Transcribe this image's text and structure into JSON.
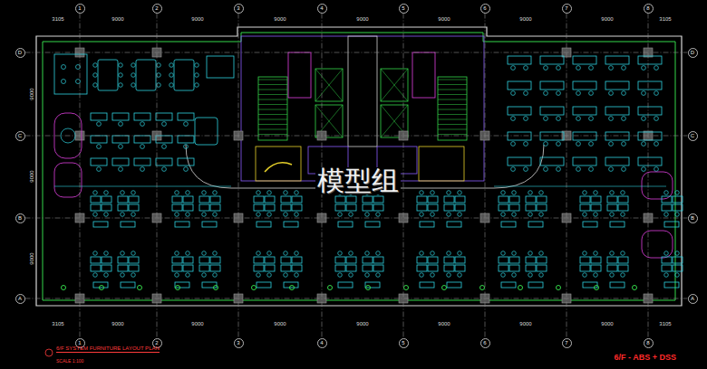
{
  "diagram": {
    "title": "6/F SYSTEM FURNITURE LAYOUT PLAN",
    "nodes": [
      {
        "text": [
          "1"
        ]
      },
      {
        "text": [
          "2"
        ]
      },
      {
        "text": [
          "3"
        ]
      },
      {
        "text": [
          "4"
        ]
      },
      {
        "text": [
          "5"
        ]
      },
      {
        "text": [
          "6"
        ]
      },
      {
        "text": [
          "7"
        ]
      },
      {
        "text": [
          "8"
        ]
      },
      {
        "text": [
          "D"
        ]
      },
      {
        "text": [
          "D"
        ]
      },
      {
        "text": [
          "C"
        ]
      },
      {
        "text": [
          "C"
        ]
      },
      {
        "text": [
          "B"
        ]
      },
      {
        "text": [
          "B"
        ]
      },
      {
        "text": [
          "A"
        ]
      },
      {
        "text": [
          "A"
        ]
      },
      {
        "text": [
          "1"
        ]
      },
      {
        "text": [
          "2"
        ]
      },
      {
        "text": [
          "3"
        ]
      },
      {
        "text": [
          "4"
        ]
      },
      {
        "text": [
          "5"
        ]
      },
      {
        "text": [
          "6"
        ]
      },
      {
        "text": [
          "7"
        ]
      },
      {
        "text": [
          "8"
        ]
      }
    ],
    "edges": [
      {
        "from": 0,
        "to": 16,
        "arrow": "none"
      },
      {
        "from": 1,
        "to": 17,
        "arrow": "none"
      },
      {
        "from": 2,
        "to": 18,
        "arrow": "none"
      },
      {
        "from": 3,
        "to": 19,
        "arrow": "none"
      },
      {
        "from": 4,
        "to": 20,
        "arrow": "none"
      },
      {
        "from": 5,
        "to": 21,
        "arrow": "none"
      },
      {
        "from": 6,
        "to": 22,
        "arrow": "none"
      },
      {
        "from": 7,
        "to": 23,
        "arrow": "none"
      },
      {
        "from": 8,
        "to": 9,
        "arrow": "none"
      },
      {
        "from": 10,
        "to": 11,
        "arrow": "none"
      },
      {
        "from": 12,
        "to": 13,
        "arrow": "none"
      },
      {
        "from": 14,
        "to": 15,
        "arrow": "none"
      }
    ],
    "labels": [
      "3105",
      "9000",
      "9000",
      "9000",
      "9000",
      "9000",
      "9000",
      "9000",
      "3105",
      "9000",
      "9000",
      "9000",
      "模型组",
      "3105",
      "9000",
      "9000",
      "9000",
      "9000",
      "9000",
      "9000",
      "9000",
      "3105",
      "SCALE 1:100",
      "6/F - ABS + DSS"
    ]
  }
}
